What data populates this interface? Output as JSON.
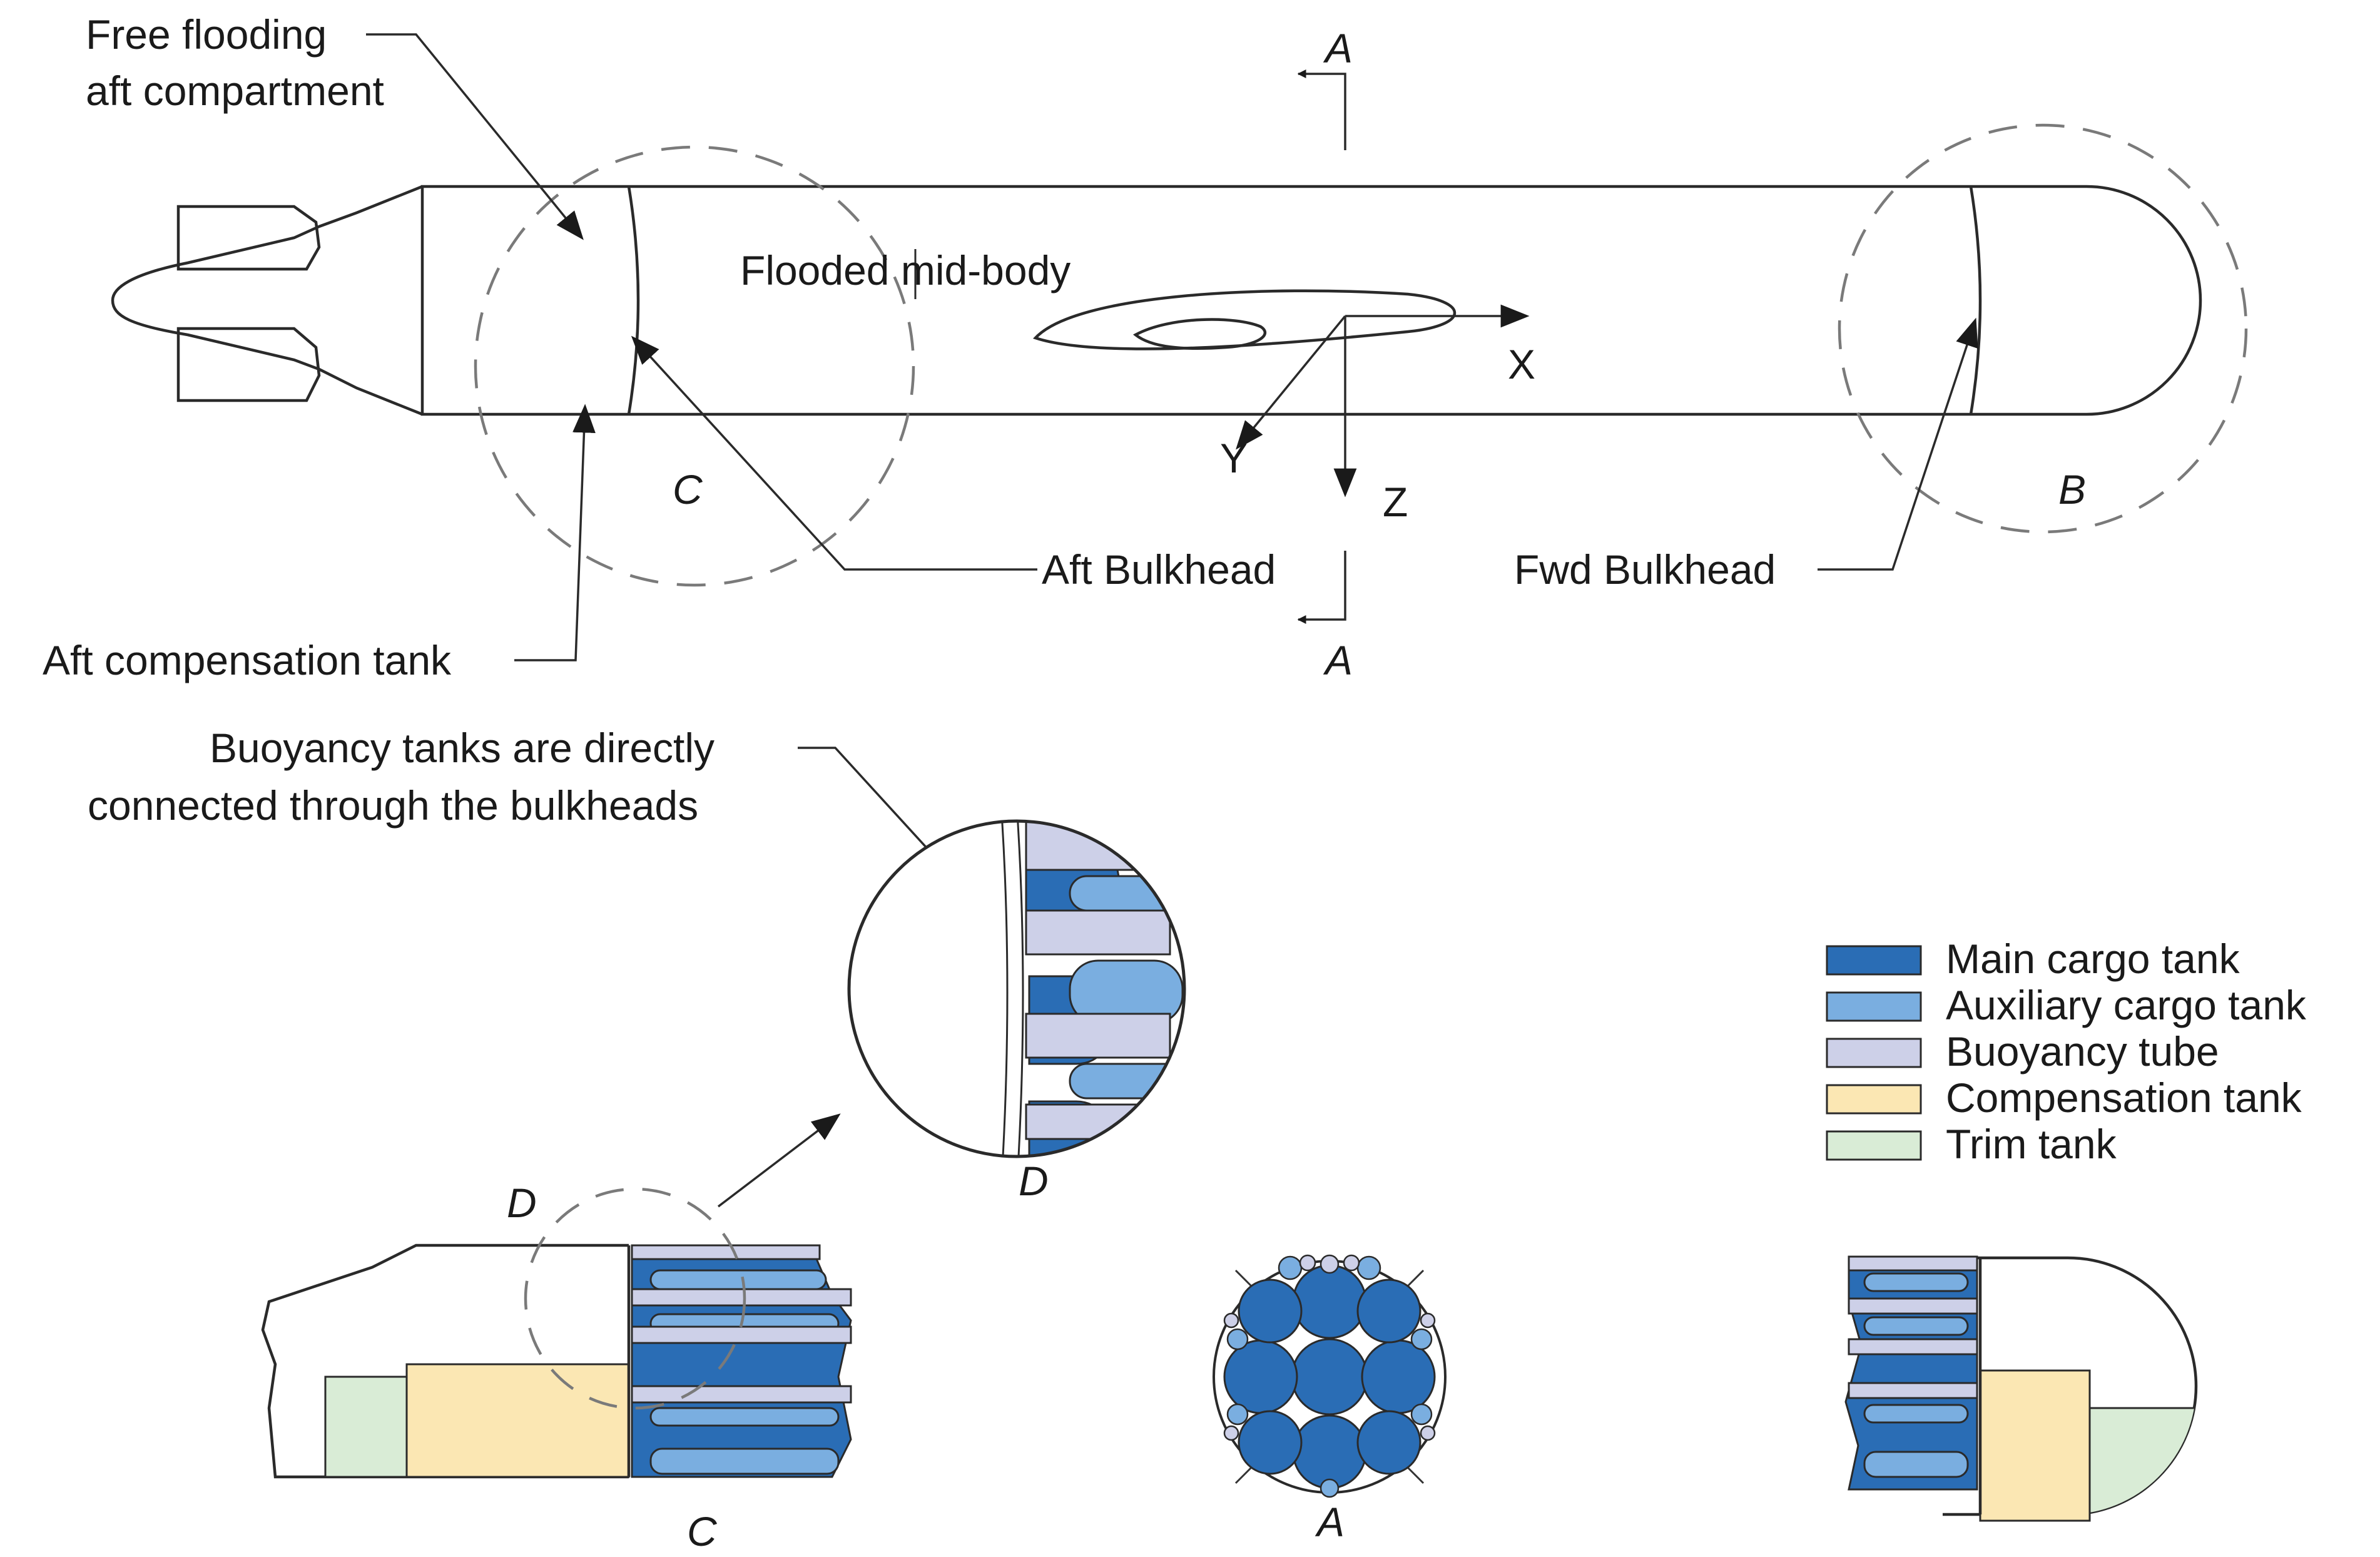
{
  "labels": {
    "free_flooding": [
      "Free flooding",
      "aft compartment"
    ],
    "flooded_mid_body": "Flooded mid-body",
    "aft_bulkhead": "Aft Bulkhead",
    "fwd_bulkhead": "Fwd Bulkhead",
    "aft_compensation_tank": "Aft compensation tank",
    "buoyancy_note": [
      "Buoyancy tanks are directly",
      "connected through the bulkheads"
    ]
  },
  "sections": {
    "a_top": "A",
    "a_bottom": "A",
    "b": "B",
    "c_top": "C",
    "c_detail": "C",
    "d_marker": "D",
    "d_detail": "D",
    "a_cross": "A"
  },
  "axes": {
    "x": "X",
    "y": "Y",
    "z": "Z"
  },
  "legend": [
    {
      "label": "Main cargo tank",
      "color": "#2a6db5"
    },
    {
      "label": "Auxiliary cargo tank",
      "color": "#7aaee0"
    },
    {
      "label": "Buoyancy tube",
      "color": "#cdd0e8"
    },
    {
      "label": "Compensation tank",
      "color": "#fbe7b3"
    },
    {
      "label": "Trim tank",
      "color": "#d9ecd6"
    }
  ],
  "colors": {
    "main": "#2a6db5",
    "aux": "#7aaee0",
    "buoy": "#cdd0e8",
    "comp": "#fbe7b3",
    "trim": "#d9ecd6",
    "stroke": "#2a2a2a",
    "dashed": "#7a7a7a"
  }
}
